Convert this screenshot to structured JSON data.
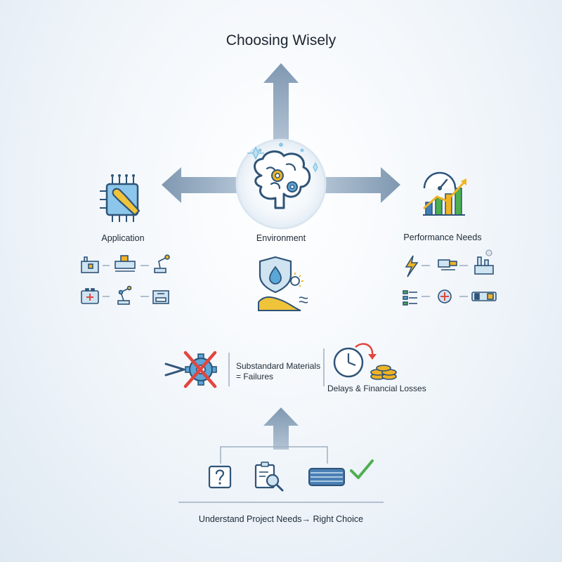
{
  "title": "Choosing Wisely",
  "nodes": {
    "left_label": "Application",
    "center_label": "Environment",
    "right_label": "Performance Needs"
  },
  "risks": {
    "materials_line1": "Substandard Materials",
    "materials_line2": "= Failures",
    "delays": "Delays & Financial Losses"
  },
  "footer": {
    "statement": "Understand Project Needs→ Right Choice"
  },
  "colors": {
    "arrow": "#8ea6bd",
    "outline": "#2f5478",
    "accent_yellow": "#f0b323",
    "accent_red": "#e2463d",
    "accent_green": "#4caf50",
    "accent_blue": "#5aa7d8"
  },
  "icons": [
    "brain-gears-icon",
    "chip-wrench-icon",
    "gauge-chart-icon",
    "factory-icon",
    "conveyor-icon",
    "robot-arm-icon",
    "battery-medical-icon",
    "robot-arm-small-icon",
    "control-panel-icon",
    "shield-drop-icon",
    "sun-icon",
    "sand-dune-icon",
    "lightning-icon",
    "connector-icon",
    "power-plant-icon",
    "flow-sequence-icon",
    "medical-circle-icon",
    "cartridge-icon",
    "broken-gear-icon",
    "clock-icon",
    "coins-icon",
    "question-icon",
    "inspection-clipboard-icon",
    "wire-bundle-icon",
    "check-icon"
  ]
}
